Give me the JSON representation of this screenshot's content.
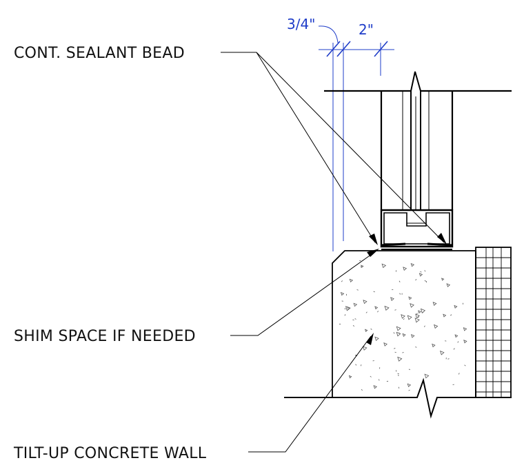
{
  "labels": {
    "sealant": "CONT. SEALANT BEAD",
    "shim": "SHIM SPACE IF NEEDED",
    "wall": "TILT-UP CONCRETE WALL"
  },
  "dimensions": {
    "left": "3/4\"",
    "right": "2\""
  },
  "colors": {
    "linework": "#000000",
    "dimension": "#1e3cc8",
    "text": "#111111"
  }
}
